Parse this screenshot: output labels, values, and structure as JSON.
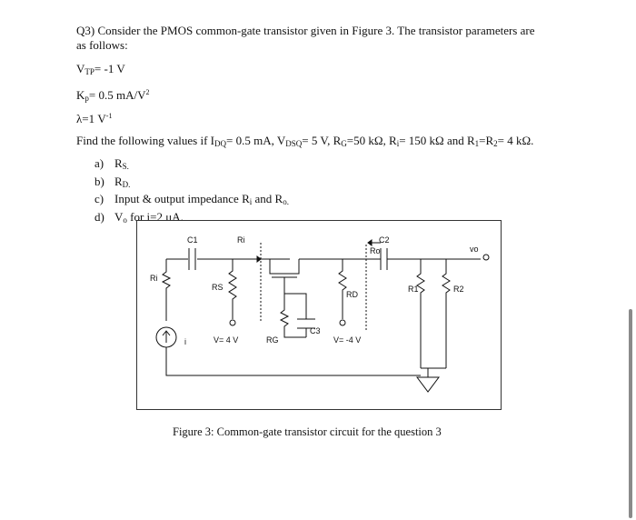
{
  "question": {
    "intro_line1": "Q3) Consider the PMOS common-gate transistor given in Figure 3. The transistor parameters are",
    "intro_line2": "as follows:",
    "params": {
      "vtp": {
        "sym": "V",
        "sub": "TP",
        "rest": "= -1 V"
      },
      "kp": {
        "sym": "K",
        "sub": "p",
        "rest": "= 0.5 mA/V",
        "sup": "2"
      },
      "lambda": {
        "sym": "λ=1 V",
        "sup": "-1"
      }
    },
    "find": {
      "lead": "Find the following values if I",
      "idq_sub": "DQ",
      "idq_rest": "= 0.5 mA, V",
      "vdsq_sub": "DSQ",
      "vdsq_rest": "= 5 V, R",
      "rg_sub": "G",
      "rg_rest": "=50 kΩ, R",
      "ri_sub": "i",
      "ri_rest": "= 150 kΩ and R",
      "r1_sub": "1",
      "r1_rest": "=R",
      "r2_sub": "2",
      "r2_rest": "= 4 kΩ."
    },
    "parts": [
      {
        "label": "a)",
        "sym": "R",
        "sub": "S.",
        "rest": ""
      },
      {
        "label": "b)",
        "sym": "R",
        "sub": "D.",
        "rest": ""
      },
      {
        "label": "c)",
        "sym": "Input & output impedance R",
        "sub": "i",
        "rest": " and R",
        "sub2": "o."
      },
      {
        "label": "d)",
        "sym": "V",
        "sub": "o",
        "rest": " for i=2 μA."
      }
    ]
  },
  "figure": {
    "labels": {
      "c1": "C1",
      "ri_top": "Ri",
      "c2": "C2",
      "ro": "Ro",
      "vo": "vo",
      "ri_left": "Ri",
      "rs": "RS",
      "rd": "RD",
      "r1": "R1",
      "r2": "R2",
      "v_plus": "V= 4 V",
      "rg": "RG",
      "c3": "C3",
      "v_minus": "V= -4 V",
      "i_src": "i"
    },
    "caption": "Figure 3: Common-gate transistor circuit for the question 3"
  }
}
